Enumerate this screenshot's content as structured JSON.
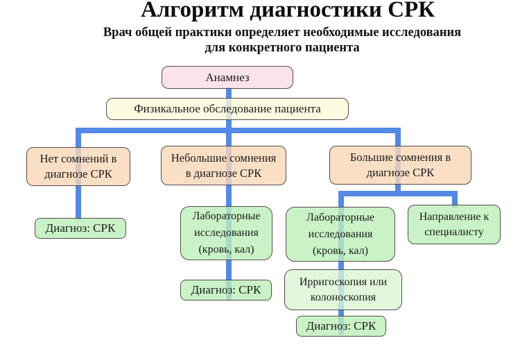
{
  "header": {
    "title": "Алгоритм диагностики СРК",
    "subtitle_line1": "Врач общей практики определяет необходимые исследования",
    "subtitle_line2": "для конкретного пациента"
  },
  "colors": {
    "connector_blue": "#5489e6",
    "anamnesis_pink": "#fbe3eb",
    "physical_yellow": "#fcfbdf",
    "doubt_peach": "#fbdfc3",
    "result_green": "#c8f2c5",
    "procedure_light_green": "#dff6db",
    "node_border": "#57484f",
    "text": "#1b1b1b"
  },
  "nodes": {
    "anamnesis": "Анамнез",
    "physical_exam": "Физикальное обследование пациента",
    "no_doubts": "Нет сомнений в\nдиагнозе СРК",
    "small_doubts": "Небольшие сомнения\nв диагнозе СРК",
    "big_doubts": "Большие сомнения в\nдиагнозе СРК",
    "diagnosis_left": "Диагноз: СРК",
    "lab_middle": "Лабораторные\nисследования\n(кровь, кал)",
    "diagnosis_middle": "Диагноз: СРК",
    "lab_right": "Лабораторные\nисследования\n(кровь, кал)",
    "referral_specialist": "Направление к\nспециалисту",
    "irrigoscopy": "Ирригоскопия или\nколоноскопия",
    "diagnosis_right": "Диагноз: СРК"
  }
}
